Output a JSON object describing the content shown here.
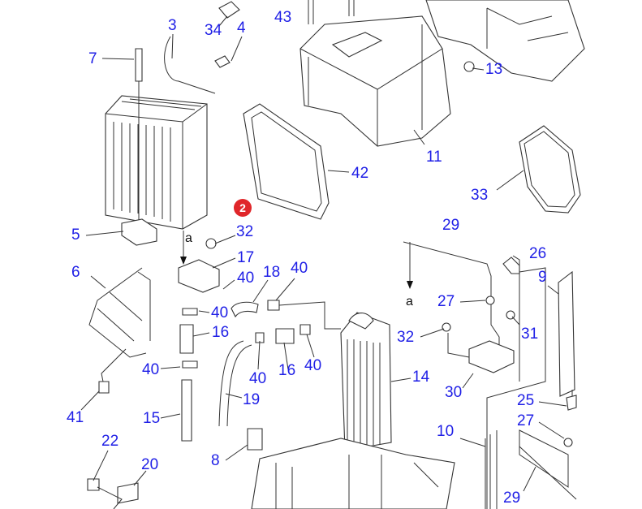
{
  "reference_marker": "2",
  "callouts": [
    {
      "text": "3"
    },
    {
      "text": "34"
    },
    {
      "text": "4"
    },
    {
      "text": "43"
    },
    {
      "text": "7"
    },
    {
      "text": "13"
    },
    {
      "text": "11"
    },
    {
      "text": "42"
    },
    {
      "text": "33"
    },
    {
      "text": "5"
    },
    {
      "text": "32"
    },
    {
      "text": "17"
    },
    {
      "text": "29"
    },
    {
      "text": "26"
    },
    {
      "text": "6"
    },
    {
      "text": "40"
    },
    {
      "text": "18"
    },
    {
      "text": "40"
    },
    {
      "text": "9"
    },
    {
      "text": "27"
    },
    {
      "text": "40"
    },
    {
      "text": "16"
    },
    {
      "text": "31"
    },
    {
      "text": "32"
    },
    {
      "text": "14"
    },
    {
      "text": "40"
    },
    {
      "text": "40"
    },
    {
      "text": "16"
    },
    {
      "text": "40"
    },
    {
      "text": "19"
    },
    {
      "text": "30"
    },
    {
      "text": "41"
    },
    {
      "text": "15"
    },
    {
      "text": "25"
    },
    {
      "text": "27"
    },
    {
      "text": "10"
    },
    {
      "text": "22"
    },
    {
      "text": "20"
    },
    {
      "text": "8"
    },
    {
      "text": "29"
    }
  ],
  "arrow_marks": [
    "a",
    "a"
  ],
  "colors": {
    "callout": "#1f1fe6",
    "marker": "#e0262a"
  }
}
